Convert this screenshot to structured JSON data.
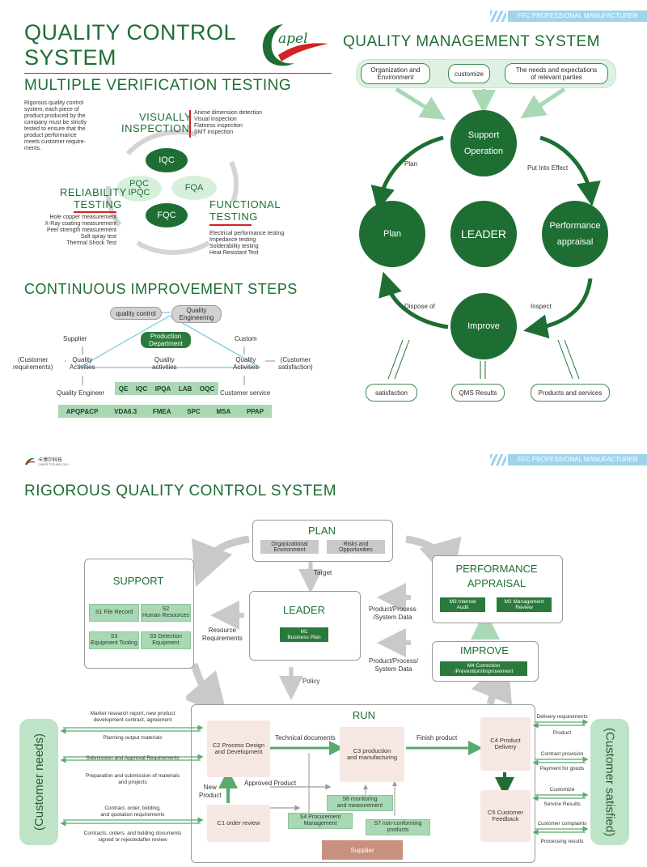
{
  "banner1": "FFC PROFESSIONAL MANUFACTURER",
  "banner2": "FFC PROFESSIONAL MANUFACTURER",
  "p1": {
    "title_line1": "QUALITY CONTROL",
    "title_line2": "SYSTEM",
    "logo_text": "apel",
    "subtitle": "MULTIPLE VERIFICATION TESTING",
    "intro": [
      "Rigorous quality control",
      "system, each piece of",
      "product produced by the",
      "company must be strictly",
      "tested to ensure that the",
      "product performance",
      "meets customer require-",
      "ments."
    ],
    "visually_label1": "VISUALLY",
    "visually_label2": "INSPECTION",
    "visual_items": [
      "Anime dimension detection",
      "Visual Inspection",
      "Flatness inspection",
      "SMT inspection"
    ],
    "reliability_label1": "RELIABILITY",
    "reliability_label2": "TESTING",
    "reliability_items": [
      "Hole copper measurement",
      "X-Ray coating measurement",
      "Peel strength measurement",
      "Salt spray test",
      "Thermal Shock Test"
    ],
    "functional_label1": "FUNCTIONAL",
    "functional_label2": "TESTING",
    "functional_items": [
      "Electrical performance testing",
      "Impedance testing",
      "Solderability testing",
      "Heat Resistant Test"
    ],
    "iqc": "IQC",
    "pqc1": "PQC",
    "pqc2": "IPQC",
    "fqa": "FQA",
    "fqc": "FQC",
    "ci_title": "CONTINUOUS IMPROVEMENT STEPS",
    "quality_control": "quality control",
    "quality_eng1": "Quality",
    "quality_eng2": "Engineering",
    "prod_dept1": "Production",
    "prod_dept2": "Department",
    "supplier": "Supplier",
    "custom": "Custom",
    "cust_req1": "(Customer",
    "cust_req2": "requirements)",
    "qa_left1": "Quality",
    "qa_left2": "Activities",
    "qa_mid1": "Quality",
    "qa_mid2": "activities",
    "qa_right1": "Quality",
    "qa_right2": "Activities",
    "cust_sat1": "(Customer",
    "cust_sat2": "satisfaction)",
    "quality_engineer": "Quality Engineer",
    "customer_service": "Customer service",
    "row1": [
      "QE",
      "IQC",
      "IPQA",
      "LAB",
      "OQC"
    ],
    "row2": [
      "APQP&CP",
      "VDA6.3",
      "FMEA",
      "SPC",
      "MSA",
      "PPAP"
    ],
    "qms_title": "QUALITY MANAGEMENT SYSTEM",
    "org_env1": "Organization and",
    "org_env2": "Environment",
    "customize": "customize",
    "needs1": "The needs and expectations",
    "needs2": "of relevant parties",
    "support1": "Support",
    "support2": "Operation",
    "plan": "Plan",
    "leader": "LEADER",
    "perf1": "Performance",
    "perf2": "appraisal",
    "improve": "Improve",
    "lbl_plan": "Plan",
    "lbl_put": "Put Into Effect",
    "lbl_dispose": "Dispose of",
    "lbl_inspect": "Inspect",
    "satisfaction": "satisfaction",
    "qms_results": "QMS Results",
    "products_services": "Products and services"
  },
  "p2": {
    "company_logo": "卡博尔科技",
    "company_sub": "CABOR TECHNOLOGY",
    "title": "RIGOROUS QUALITY CONTROL SYSTEM",
    "plan": "PLAN",
    "org_env1": "Organizational",
    "org_env2": "Environment",
    "risks1": "Risks and",
    "risks2": "Opportunities",
    "target": "Target",
    "support": "SUPPORT",
    "s1": "S1 File Record",
    "s2a": "S2",
    "s2b": "Human Resources",
    "s3a": "S3",
    "s3b": "Equipment Tooling",
    "s5a": "S5 Detection",
    "s5b": "Equipment",
    "resource1": "Resource",
    "resource2": "Requirements",
    "leader": "LEADER",
    "m1a": "M1",
    "m1b": "Business Plan",
    "pps1a": "Product/Process",
    "pps1b": "/System Data",
    "pps2a": "Product/Process/",
    "pps2b": "System Data",
    "perf1": "PERFORMANCE",
    "perf2": "APPRAISAL",
    "m3a": "M3 Internal",
    "m3b": "Audit",
    "m2a": "M2 Management",
    "m2b": "Review",
    "improve": "IMPROVE",
    "m4a": "M4 Correction",
    "m4b": "/Prevention/Improvement",
    "policy": "Policy",
    "run": "RUN",
    "cust_needs": "(Customer needs)",
    "cust_sat": "(Customer satisfied)",
    "left_lines": [
      "Market research report, new product",
      "development contract, agreement",
      "Planning output materials",
      "Submission and Approval Requirements",
      "Preparation and submission of materials",
      "and projects",
      "Contract, order, bidding,",
      "and quotation requirements",
      "Contracts, orders, and bidding documents",
      "signed or rejectedafter review"
    ],
    "c2a": "C2 Process Design",
    "c2b": "and Development",
    "technical_docs": "Technical documents",
    "c3a": "C3 production",
    "c3b": "and manufacturing",
    "finish_product": "Finish product",
    "c4a": "C4 Product",
    "c4b": "Delivery",
    "new_product1": "New",
    "new_product2": "Product",
    "approved_product": "Approved Product",
    "s6a": "S6 monitoring",
    "s6b": "and measurement",
    "c1": "C1 order review",
    "s4a": "S4 Procurement",
    "s4b": "Management",
    "s7a": "S7 non-conforming",
    "s7b": "products",
    "c5a": "C5 Customer",
    "c5b": "Feedback",
    "supplier": "Supplier",
    "right_lines": [
      "Delivery requirements",
      "Product",
      "Contract provision",
      "Payment for goods",
      "Customize",
      "Service Results",
      "Customer complaints",
      "Processing results"
    ]
  }
}
